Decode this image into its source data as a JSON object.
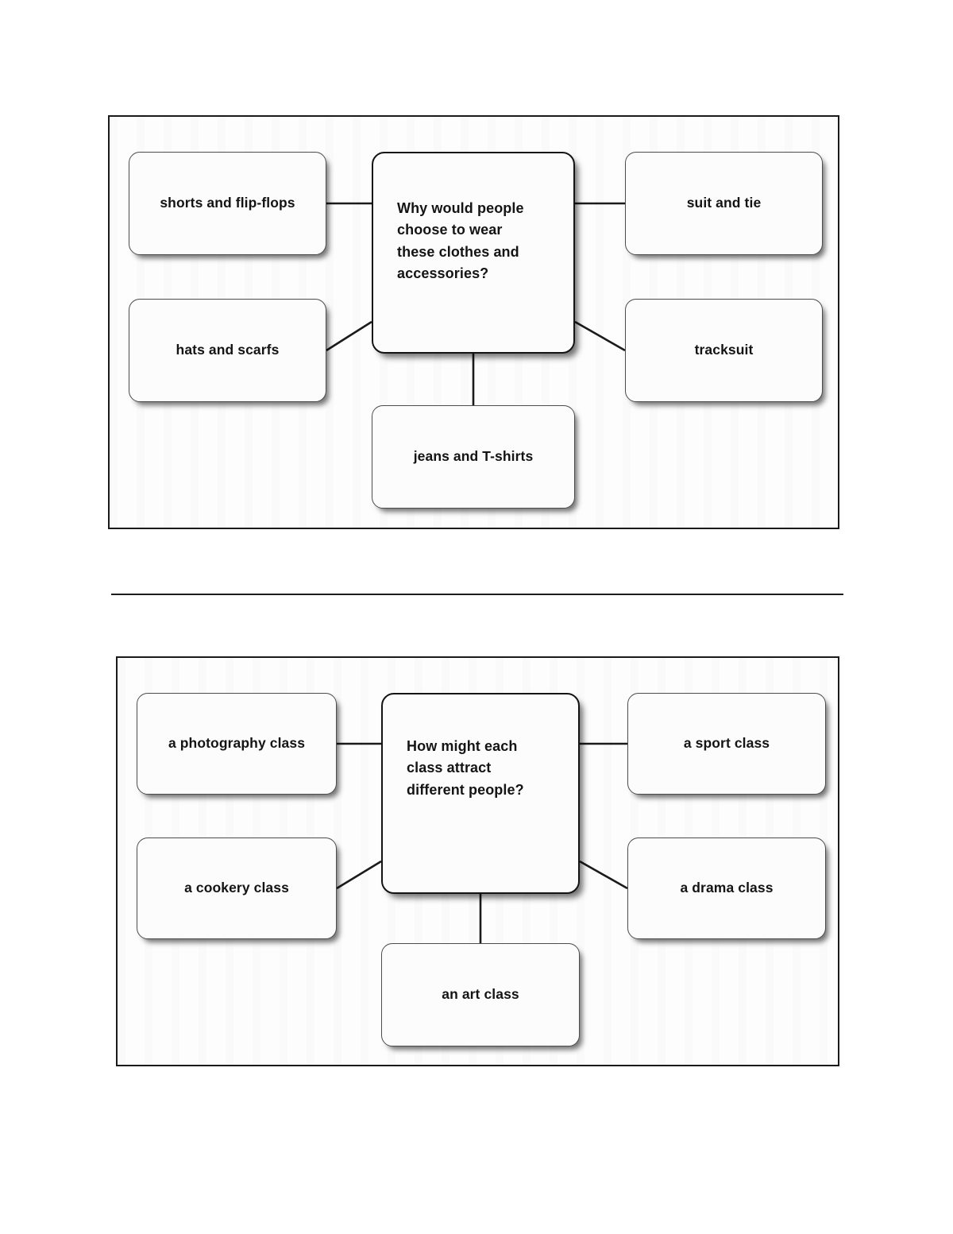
{
  "page": {
    "background_color": "#ffffff",
    "ink_color": "#141414"
  },
  "divider": {
    "name": "section-divider"
  },
  "diagrams": [
    {
      "id": "clothes-mind-map",
      "central": {
        "label": "Why would people choose to wear these clothes and accessories?",
        "lines": [
          "Why would people",
          "choose to wear",
          "these clothes and",
          "accessories?"
        ]
      },
      "nodes": {
        "left_top": "shorts and flip-flops",
        "left_bottom": "hats and scarfs",
        "right_top": "suit and tie",
        "right_bottom": "tracksuit",
        "bottom": "jeans and T-shirts"
      }
    },
    {
      "id": "classes-mind-map",
      "central": {
        "label": "How might each class attract different people?",
        "lines": [
          "How might each",
          "class attract",
          "different people?"
        ]
      },
      "nodes": {
        "left_top": "a photography class",
        "left_bottom": "a cookery class",
        "right_top": "a sport class",
        "right_bottom": "a drama class",
        "bottom": "an art class"
      }
    }
  ]
}
